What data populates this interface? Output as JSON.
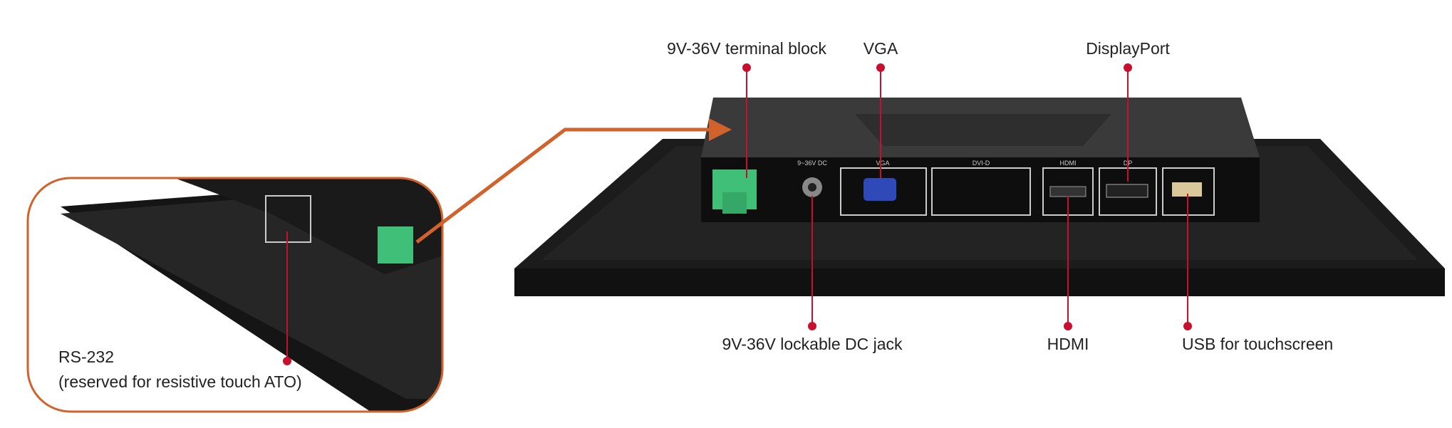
{
  "labels": {
    "terminal_block": "9V-36V terminal block",
    "vga": "VGA",
    "displayport": "DisplayPort",
    "dc_jack": "9V-36V lockable DC jack",
    "hdmi": "HDMI",
    "usb": "USB for touchscreen",
    "rs232_line1": "RS-232",
    "rs232_line2": "(reserved for resistive touch ATO)"
  },
  "panel_markings": {
    "dc": "9~36V DC",
    "vga": "VGA",
    "dvi": "DVI-D",
    "hdmi": "HDMI",
    "dp": "DP"
  },
  "colors": {
    "callout_red": "#c8102e",
    "inset_orange": "#d2622c",
    "connector_green": "#3fbf78",
    "vga_blue": "#2f49b8"
  }
}
